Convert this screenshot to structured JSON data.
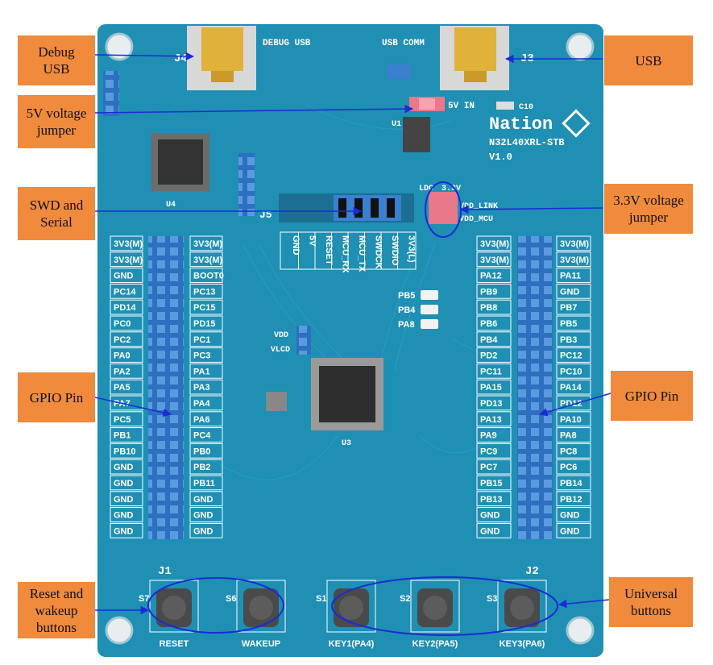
{
  "callouts": {
    "debug_usb": "Debug\nUSB",
    "usb": "USB",
    "v5_jumper": "5V voltage\njumper",
    "swd_serial": "SWD and\nSerial",
    "v33_jumper": "3.3V voltage\njumper",
    "gpio_left": "GPIO Pin",
    "gpio_right": "GPIO Pin",
    "reset_wakeup": "Reset and\nwakeup\nbuttons",
    "universal": "Universal\nbuttons"
  },
  "board": {
    "brand": "Nation",
    "model": "N32L40XRL-STB",
    "version": "V1.0",
    "debug_usb_label": "DEBUG USB",
    "usb_comm_label": "USB COMM",
    "j4": "J4",
    "j3": "J3",
    "v5_in": "5V IN",
    "ldo": "LDO",
    "v33": "3.3V",
    "vdd_link": "VDD_LINK",
    "vdd_mcu": "VDD_MCU",
    "j5": "J5",
    "j1": "J1",
    "j2": "J2",
    "u1": "U1",
    "u3": "U3",
    "u4": "U4",
    "c10": "C10",
    "vdd": "VDD",
    "vlcd": "VLCD",
    "swd_header_labels": [
      "GND",
      "5V",
      "RESET",
      "MCU_RX",
      "MCU_TX",
      "SWDCK",
      "SWDIO",
      "3V3(L)"
    ],
    "led_labels": [
      "PB5",
      "PB4",
      "PA8"
    ],
    "j1_left": [
      "3V3(M)",
      "3V3(M)",
      "GND",
      "PC14",
      "PD14",
      "PC0",
      "PC2",
      "PA0",
      "PA2",
      "PA5",
      "PA7",
      "PC5",
      "PB1",
      "PB10",
      "GND",
      "GND",
      "GND",
      "GND",
      "GND"
    ],
    "j1_right": [
      "3V3(M)",
      "3V3(M)",
      "BOOT0",
      "PC13",
      "PC15",
      "PD15",
      "PC1",
      "PC3",
      "PA1",
      "PA3",
      "PA4",
      "PA6",
      "PC4",
      "PB0",
      "PB2",
      "PB11",
      "GND",
      "GND",
      "GND"
    ],
    "j2_left": [
      "3V3(M)",
      "3V3(M)",
      "PA12",
      "PB9",
      "PB8",
      "PB6",
      "PB4",
      "PD2",
      "PC11",
      "PA15",
      "PD13",
      "PA13",
      "PA9",
      "PC9",
      "PC7",
      "PB15",
      "PB13",
      "GND",
      "GND"
    ],
    "j2_right": [
      "3V3(M)",
      "3V3(M)",
      "PA11",
      "GND",
      "PB7",
      "PB5",
      "PB3",
      "PC12",
      "PC10",
      "PA14",
      "PD12",
      "PA10",
      "PA8",
      "PC8",
      "PC6",
      "PB14",
      "PB12",
      "GND",
      "GND"
    ],
    "buttons": [
      {
        "id": "S7",
        "label": "RESET"
      },
      {
        "id": "S6",
        "label": "WAKEUP"
      },
      {
        "id": "S1",
        "label": "KEY1(PA4)"
      },
      {
        "id": "S2",
        "label": "KEY2(PA5)"
      },
      {
        "id": "S3",
        "label": "KEY3(PA6)"
      }
    ]
  },
  "colors": {
    "pcb": "#1f8fb4",
    "callout": "#f08a3c",
    "arrow": "#1b2bd6",
    "header_pin": "#3a7fd0"
  }
}
